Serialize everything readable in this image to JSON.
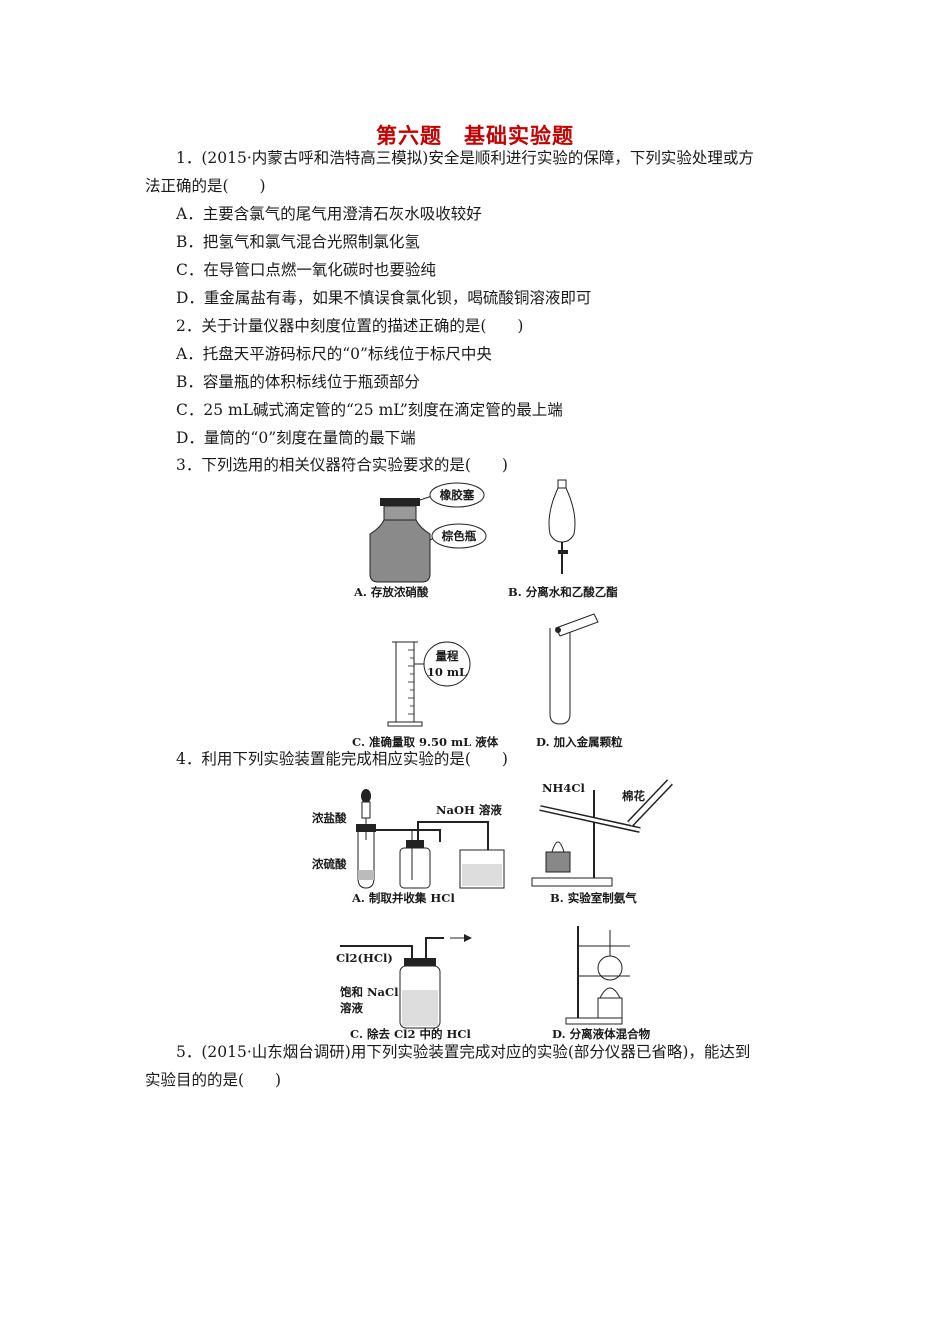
{
  "title": "第六题　基础实验题",
  "q1": {
    "stem_line1": "1．(2015·内蒙古呼和浩特高三模拟)安全是顺利进行实验的保障，下列实验处理或方",
    "stem_line2": "法正确的是(　　)",
    "options": [
      "A．主要含氯气的尾气用澄清石灰水吸收较好",
      "B．把氢气和氯气混合光照制氯化氢",
      "C．在导管口点燃一氧化碳时也要验纯",
      "D．重金属盐有毒，如果不慎误食氯化钡，喝硫酸铜溶液即可"
    ]
  },
  "q2": {
    "stem": "2．关于计量仪器中刻度位置的描述正确的是(　　)",
    "options": [
      "A．托盘天平游码标尺的“0”标线位于标尺中央",
      "B．容量瓶的体积标线位于瓶颈部分",
      "C．25 mL碱式滴定管的“25 mL”刻度在滴定管的最上端",
      "D．量筒的“0”刻度在量筒的最下端"
    ]
  },
  "q3": {
    "stem": "3．下列选用的相关仪器符合实验要求的是(　　)",
    "figure": {
      "a_label_stopper": "橡胶塞",
      "a_label_bottle": "棕色瓶",
      "a_caption": "A. 存放浓硝酸",
      "b_caption": "B. 分离水和乙酸乙酯",
      "c_label_range1": "量程",
      "c_label_range2": "10 mL",
      "c_caption": "C. 准确量取 9.50 mL 液体",
      "d_caption": "D. 加入金属颗粒"
    }
  },
  "q4": {
    "stem": "4．利用下列实验装置能完成相应实验的是(　　)",
    "figure": {
      "a_label_hcl": "浓盐酸",
      "a_label_h2so4": "浓硫酸",
      "a_label_naoh": "NaOH 溶液",
      "a_caption": "A. 制取并收集 HCl",
      "b_label_nh4cl": "NH4Cl",
      "b_label_cotton": "棉花",
      "b_caption": "B. 实验室制氨气",
      "c_label_gas": "Cl2(HCl)",
      "c_label_sol1": "饱和 NaCl",
      "c_label_sol2": "溶液",
      "c_caption": "C. 除去 Cl2 中的 HCl",
      "d_caption": "D. 分离液体混合物"
    }
  },
  "q5": {
    "stem_line1": "5．(2015·山东烟台调研)用下列实验装置完成对应的实验(部分仪器已省略)，能达到",
    "stem_line2": "实验目的的是(　　)"
  }
}
